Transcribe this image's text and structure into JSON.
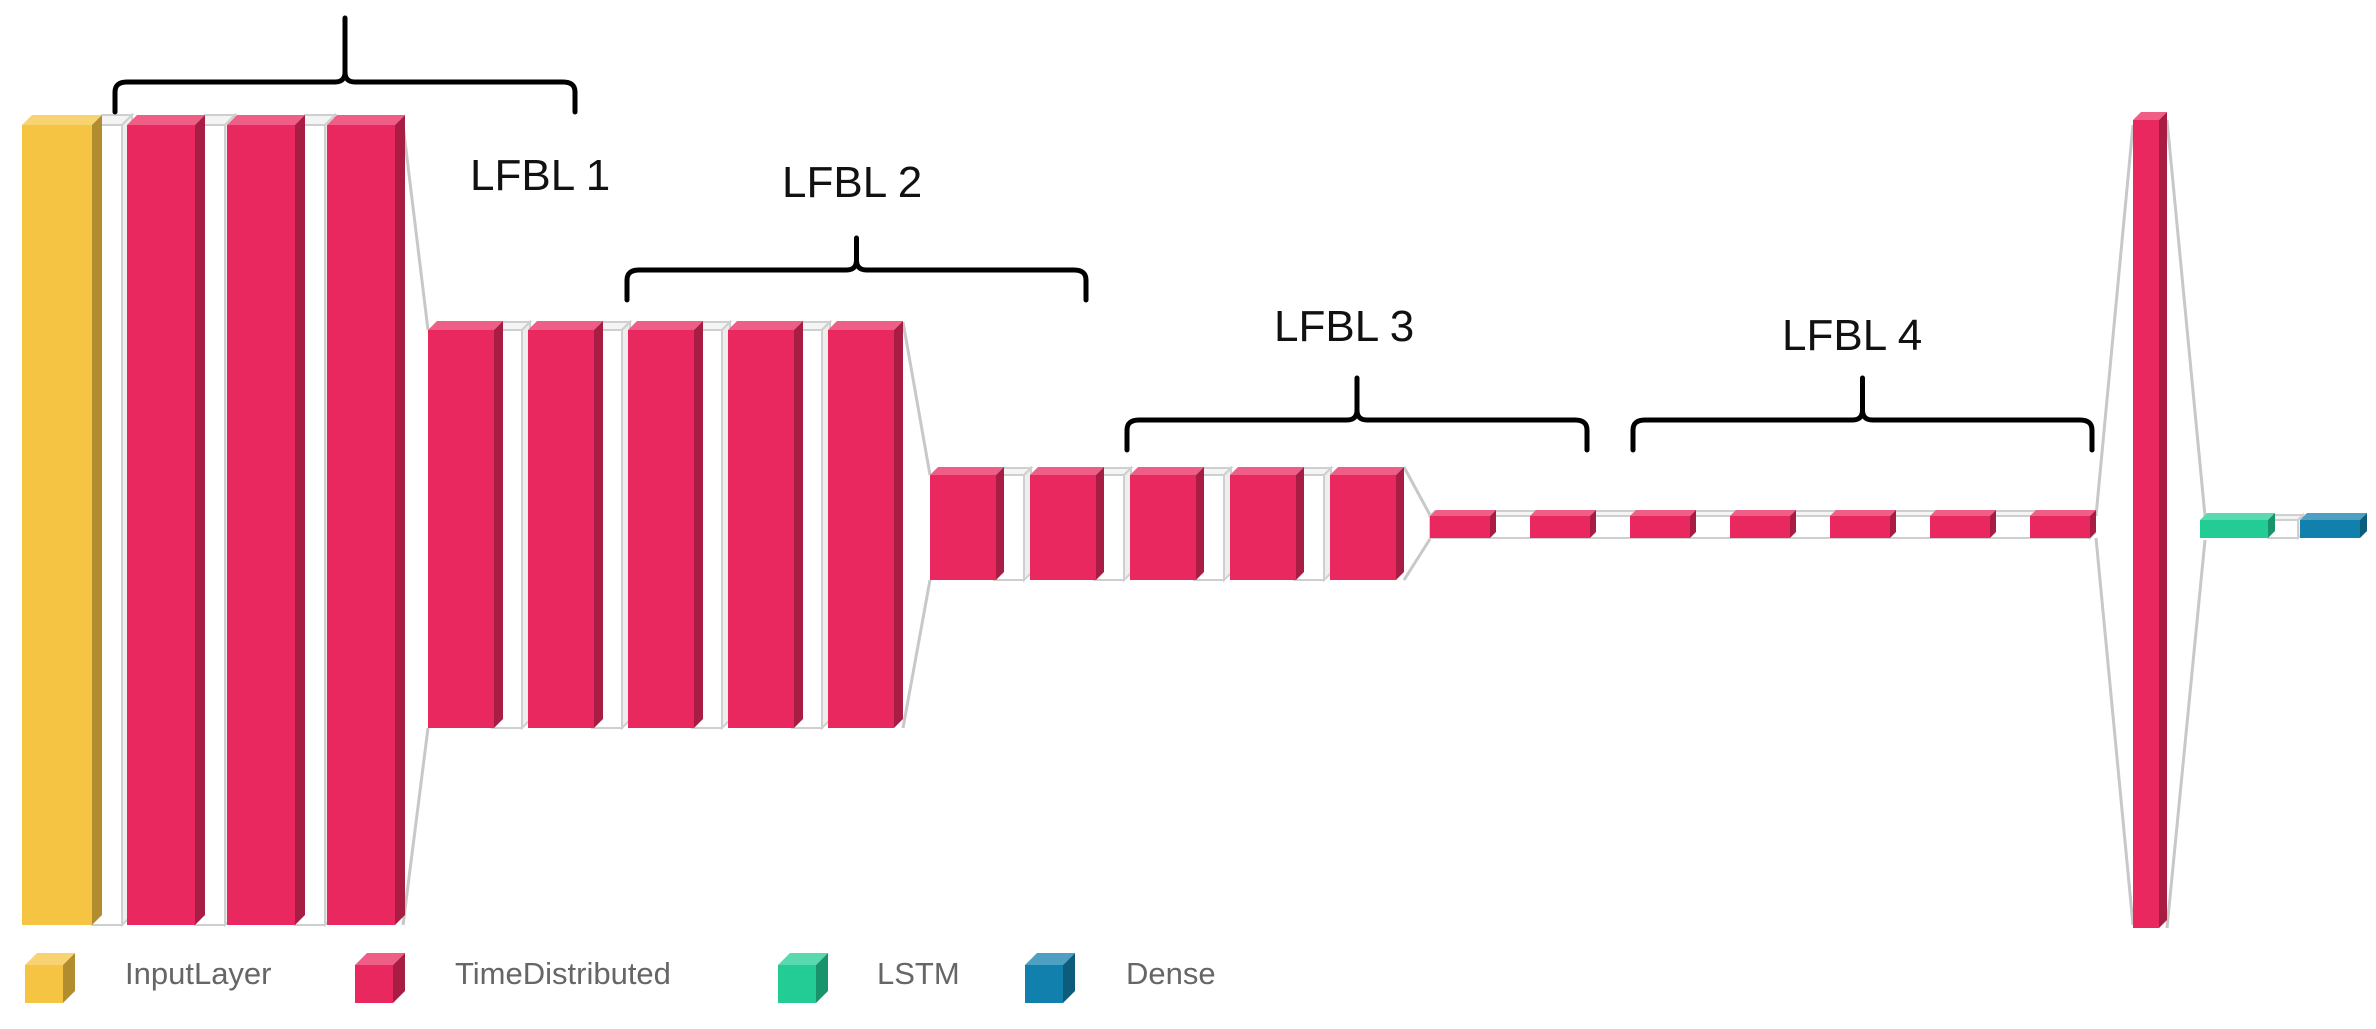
{
  "colors": {
    "InputLayer": "#F6C443",
    "TimeDistributed": "#E8285E",
    "LSTM": "#22CC94",
    "Dense": "#1280AC"
  },
  "groups": [
    {
      "label": "LFBL 1"
    },
    {
      "label": "LFBL 2"
    },
    {
      "label": "LFBL 3"
    },
    {
      "label": "LFBL 4"
    }
  ],
  "legend": [
    {
      "name": "InputLayer",
      "color": "#F6C443"
    },
    {
      "name": "TimeDistributed",
      "color": "#E8285E"
    },
    {
      "name": "LSTM",
      "color": "#22CC94"
    },
    {
      "name": "Dense",
      "color": "#1280AC"
    }
  ]
}
